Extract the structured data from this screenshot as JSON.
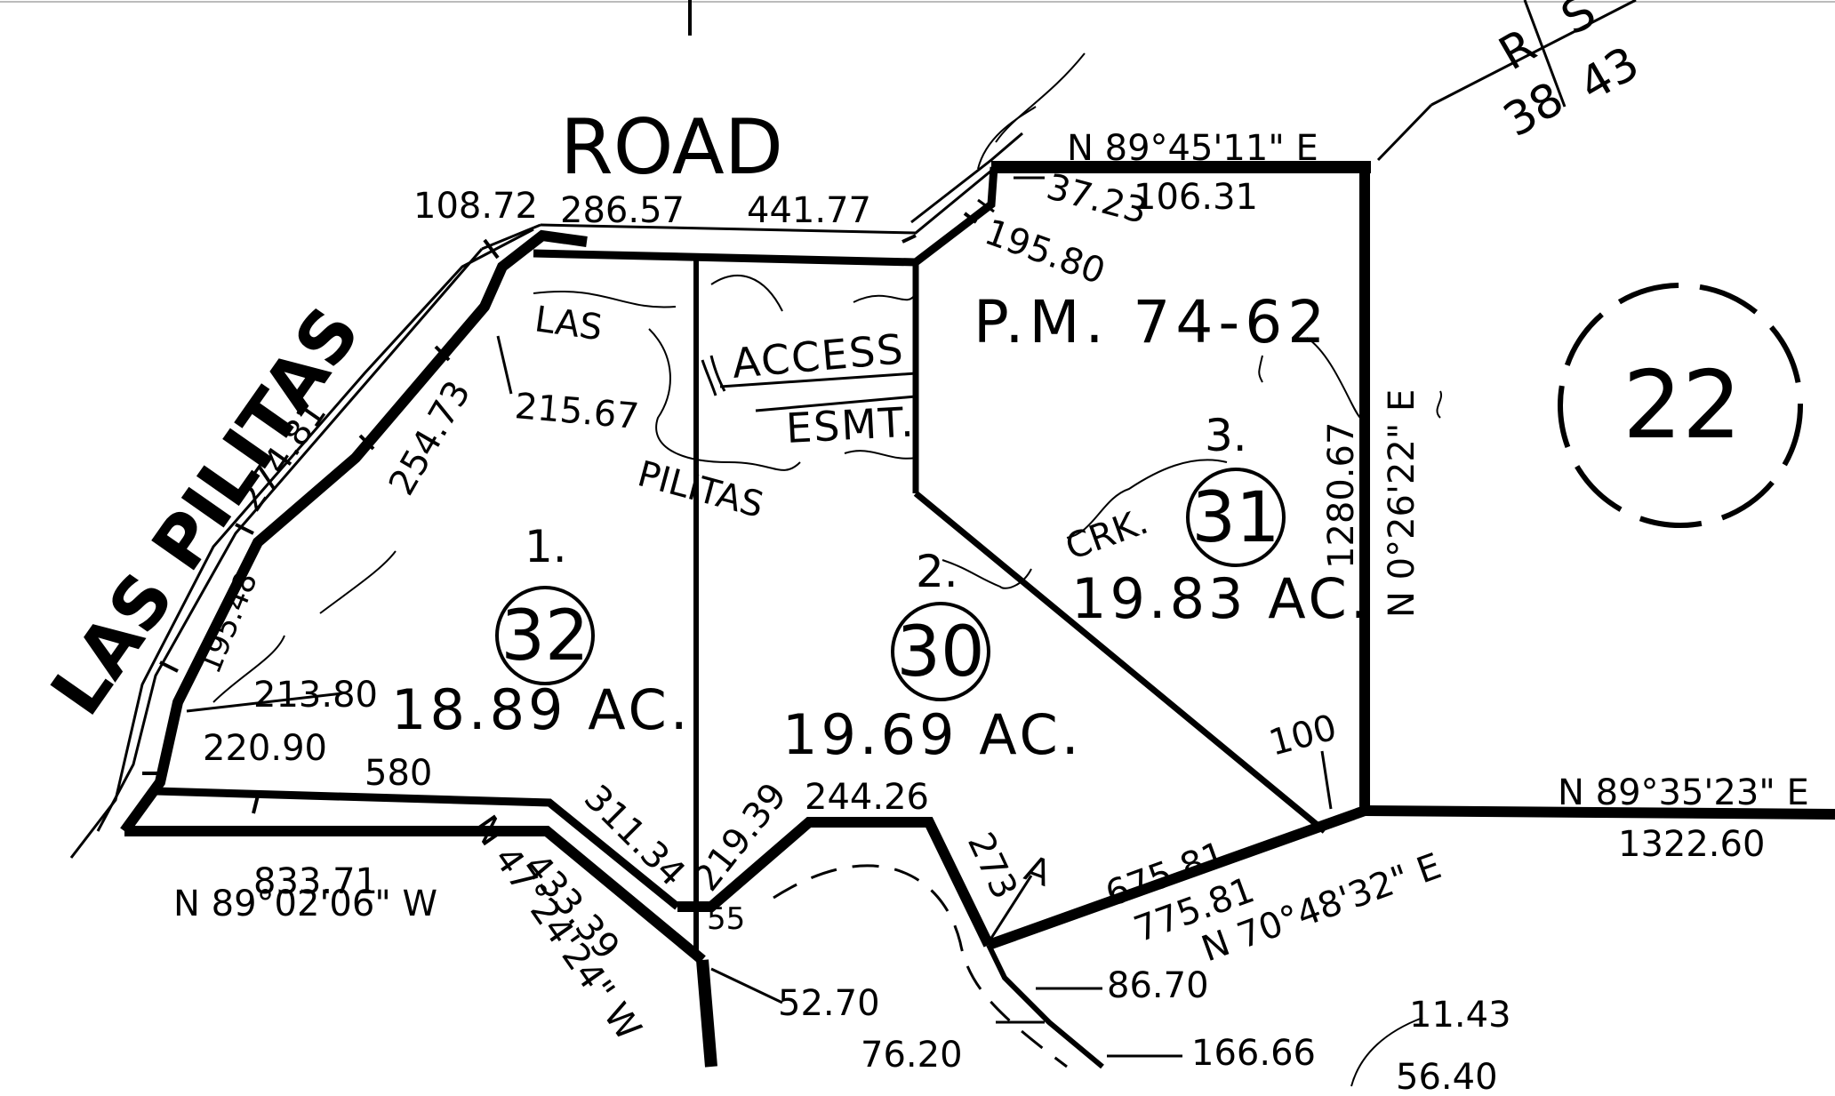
{
  "roads": {
    "las_pilitas": "LAS PILITAS",
    "road": "ROAD"
  },
  "parcel_map": "P.M. 74-62",
  "book_page": "22",
  "record_of_survey": {
    "r": "R",
    "s": "S",
    "book": "38",
    "page": "43"
  },
  "lots": [
    {
      "number": "1.",
      "parcel": "32",
      "acreage": "18.89 AC."
    },
    {
      "number": "2.",
      "parcel": "30",
      "acreage": "19.69 AC."
    },
    {
      "number": "3.",
      "parcel": "31",
      "acreage": "19.83 AC."
    }
  ],
  "features": {
    "creek_las": "LAS",
    "creek_pilitas": "PILITAS",
    "creek_abbrev": "CRK.",
    "access": "ACCESS",
    "esmt": "ESMT."
  },
  "dimensions": {
    "d108_72": "108.72",
    "d286_57": "286.57",
    "d441_77": "441.77",
    "d37_23": "37.23",
    "d106_31": "106.31",
    "d195_80": "195.80",
    "d215_67": "215.67",
    "d254_73": "254.73",
    "d274_81": "274.81",
    "d195_48": "195.48",
    "d213_80": "213.80",
    "d220_90": "220.90",
    "d580": "580",
    "d833_71": "833.71",
    "d311_34": "311.34",
    "d433_39": "433.39",
    "d219_39": "219.39",
    "d244_26": "244.26",
    "d55": "55",
    "d273": "273",
    "dA": "A",
    "d675_81": "675.81",
    "d775_81": "775.81",
    "d100": "100",
    "d1280_67": "1280.67",
    "d1322_60": "1322.60",
    "d52_70": "52.70",
    "d86_70": "86.70",
    "d76_20": "76.20",
    "d166_66": "166.66",
    "d11_43": "11.43",
    "d56_40": "56.40"
  },
  "bearings": {
    "north_line": "N 89°45'11\" E",
    "east_line": "N 0°26'22\" E",
    "east_ext": "N 89°35'23\" E",
    "south_line": "N 89°02'06\" W",
    "diag_sw": "N 47°24'24\" W",
    "se_line": "N 70°48'32\" E"
  }
}
